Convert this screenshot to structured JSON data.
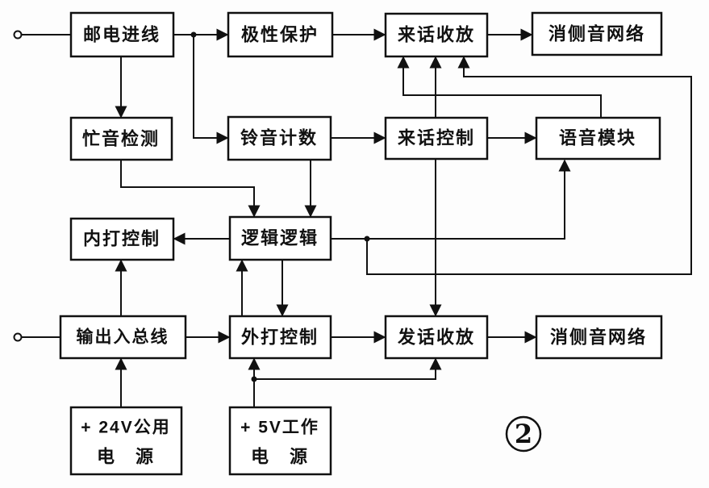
{
  "figure": {
    "number": "2",
    "kind": "telephone-interface-block-diagram"
  },
  "colors": {
    "line": "#111111",
    "box_fill": "#ffffff",
    "background": "#fdfdfd"
  },
  "blocks": {
    "postal_line_in": "邮电进线",
    "polarity_protection": "极性保护",
    "incoming_speech_circuit": "来话收放",
    "sidetone_network_top": "消侧音网络",
    "busy_tone_detect": "忙音检测",
    "ring_tone_count": "铃音计数",
    "incoming_call_control": "来话控制",
    "voice_module": "语音模块",
    "internal_call_control": "内打控制",
    "logic_control": "逻辑逻辑",
    "io_bus": "输出入总线",
    "external_call_control": "外打控制",
    "outgoing_speech_circuit": "发话收放",
    "sidetone_network_bottom": "消侧音网络",
    "power_24v_line1": "+ 24V公用",
    "power_24v_line2": "电　源",
    "power_5v_line1": "+ 5V工作",
    "power_5v_line2": "电　源"
  },
  "connections": [
    {
      "from": "line_terminal_top",
      "to": "postal_line_in",
      "arrow": false
    },
    {
      "from": "postal_line_in",
      "to": "polarity_protection",
      "arrow": true
    },
    {
      "from": "postal_line_in",
      "to": "ring_tone_count",
      "arrow": true
    },
    {
      "from": "postal_line_in",
      "to": "busy_tone_detect",
      "arrow": true
    },
    {
      "from": "polarity_protection",
      "to": "incoming_speech_circuit",
      "arrow": true
    },
    {
      "from": "incoming_speech_circuit",
      "to": "sidetone_network_top",
      "arrow": true
    },
    {
      "from": "ring_tone_count",
      "to": "incoming_call_control",
      "arrow": true
    },
    {
      "from": "incoming_call_control",
      "to": "voice_module",
      "arrow": true
    },
    {
      "from": "busy_tone_detect",
      "to": "logic_control",
      "arrow": true
    },
    {
      "from": "ring_tone_count",
      "to": "logic_control",
      "arrow": true
    },
    {
      "from": "logic_control",
      "to": "internal_call_control",
      "arrow": true
    },
    {
      "from": "incoming_call_control",
      "to": "incoming_speech_circuit",
      "arrow": true
    },
    {
      "from": "voice_module",
      "to": "incoming_speech_circuit",
      "arrow": true
    },
    {
      "from": "logic_control",
      "to": "incoming_speech_circuit",
      "arrow": true
    },
    {
      "from": "logic_control",
      "to": "voice_module",
      "arrow": true
    },
    {
      "from": "logic_control",
      "to": "external_call_control",
      "arrow": true
    },
    {
      "from": "external_call_control",
      "to": "logic_control",
      "arrow": true
    },
    {
      "from": "io_bus",
      "to": "internal_call_control",
      "arrow": true
    },
    {
      "from": "io_bus",
      "to": "external_call_control",
      "arrow": true
    },
    {
      "from": "external_call_control",
      "to": "outgoing_speech_circuit",
      "arrow": true
    },
    {
      "from": "outgoing_speech_circuit",
      "to": "sidetone_network_bottom",
      "arrow": true
    },
    {
      "from": "incoming_call_control",
      "to": "outgoing_speech_circuit",
      "arrow": true
    },
    {
      "from": "power_24v",
      "to": "io_bus",
      "arrow": true
    },
    {
      "from": "power_5v",
      "to": "external_call_control",
      "arrow": true
    },
    {
      "from": "power_5v",
      "to": "outgoing_speech_circuit",
      "arrow": true
    },
    {
      "from": "line_terminal_bottom",
      "to": "io_bus",
      "arrow": false
    }
  ]
}
